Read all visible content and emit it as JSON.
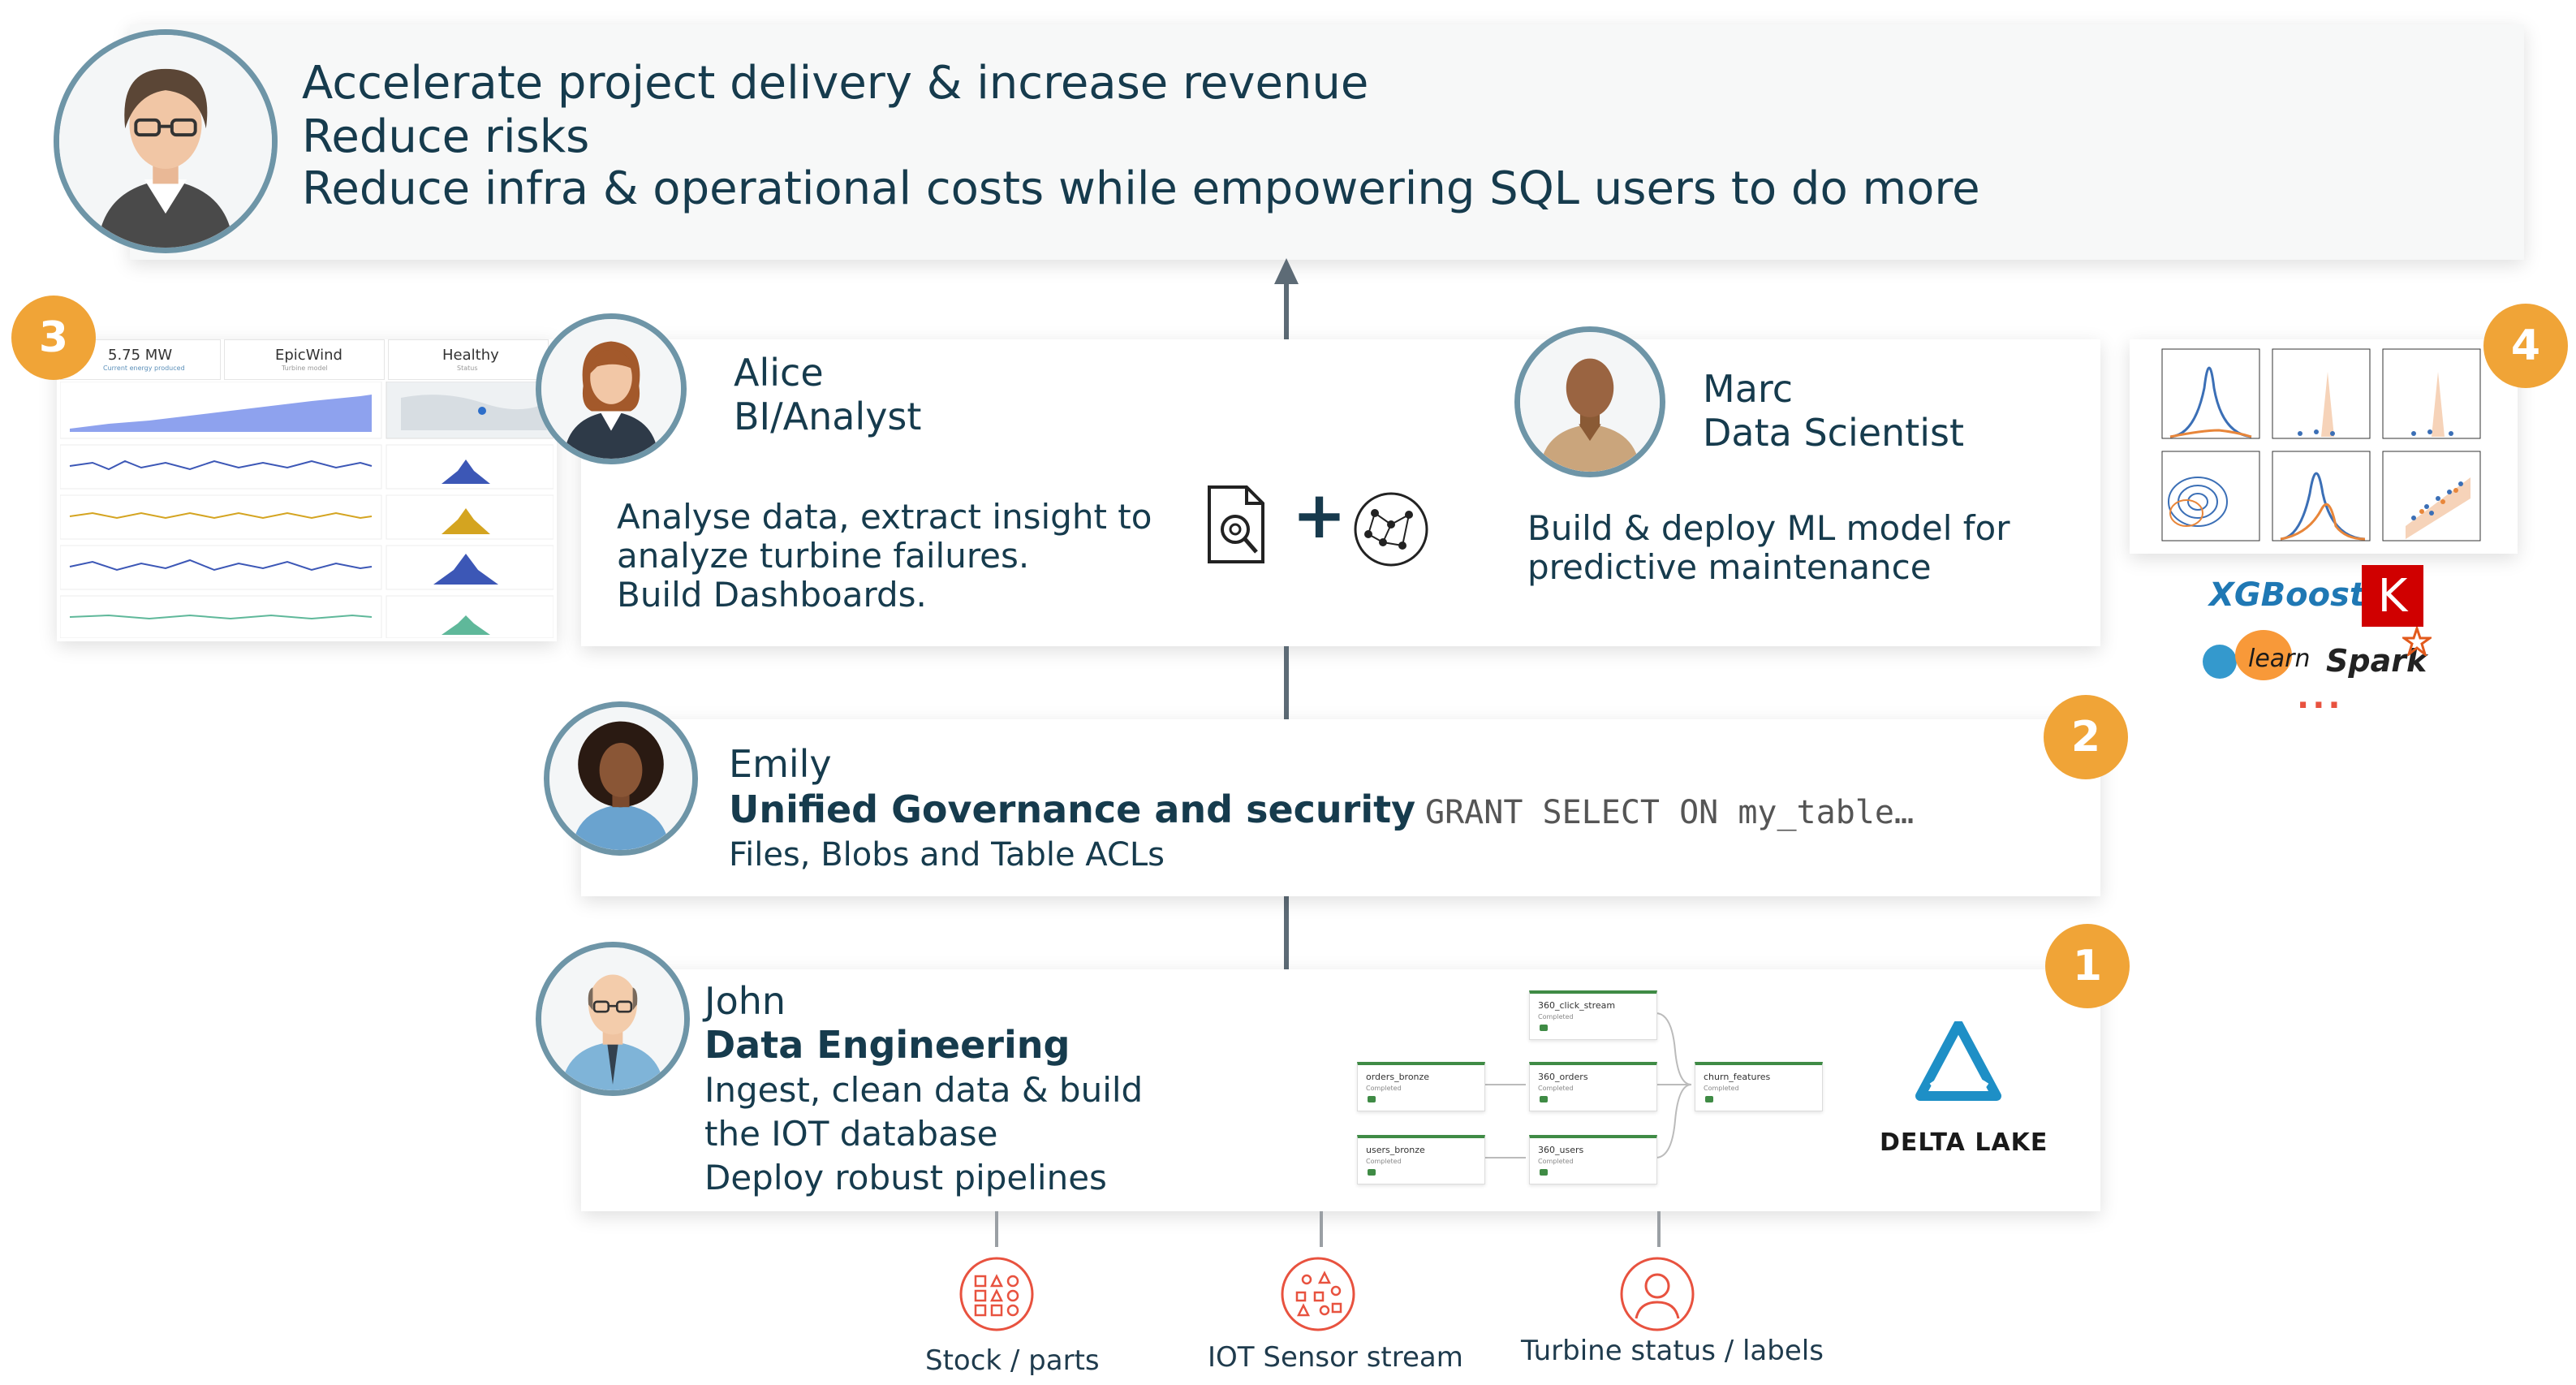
{
  "executive": {
    "line1": "Accelerate project delivery & increase revenue",
    "line2": "Reduce risks",
    "line3": "Reduce infra & operational costs while empowering SQL users to do more"
  },
  "badges": {
    "b1": "1",
    "b2": "2",
    "b3": "3",
    "b4": "4"
  },
  "alice": {
    "name": "Alice",
    "role": "BI/Analyst",
    "desc1": "Analyse data, extract insight to",
    "desc2": "analyze turbine failures.",
    "desc3": "Build Dashboards.",
    "plus": "+"
  },
  "marc": {
    "name": "Marc",
    "role": "Data Scientist",
    "desc1": "Build & deploy ML model for",
    "desc2": "predictive maintenance"
  },
  "emily": {
    "name": "Emily",
    "role": "Unified Governance and security",
    "desc": "Files, Blobs and Table ACLs",
    "code": "GRANT SELECT ON my_table…"
  },
  "john": {
    "name": "John",
    "role": "Data Engineering",
    "desc1": "Ingest, clean data & build",
    "desc2": "the IOT database",
    "desc3": "Deploy robust pipelines"
  },
  "dashboard": {
    "kpi1_value": "5.75 MW",
    "kpi1_label": "Current energy produced",
    "kpi2_value": "EpicWind",
    "kpi2_label": "Turbine model",
    "kpi3_value": "Healthy",
    "kpi3_label": "Status"
  },
  "pipeline": {
    "nodes": [
      "360_click_stream",
      "orders_bronze",
      "360_orders",
      "churn_features",
      "users_bronze",
      "360_users"
    ],
    "status": "Completed"
  },
  "delta": {
    "label": "DELTA LAKE"
  },
  "ml_logos": {
    "xgboost": "XGBoost",
    "keras": "K",
    "sklearn": "learn",
    "spark": "Spark",
    "more": "..."
  },
  "sources": {
    "stock": "Stock / parts",
    "iot": "IOT Sensor stream",
    "turbine": "Turbine status / labels"
  },
  "colors": {
    "accent_orange": "#f0a437",
    "source_red": "#e8523f",
    "text_dark": "#163b4d",
    "delta_blue": "#1e8fc6"
  }
}
